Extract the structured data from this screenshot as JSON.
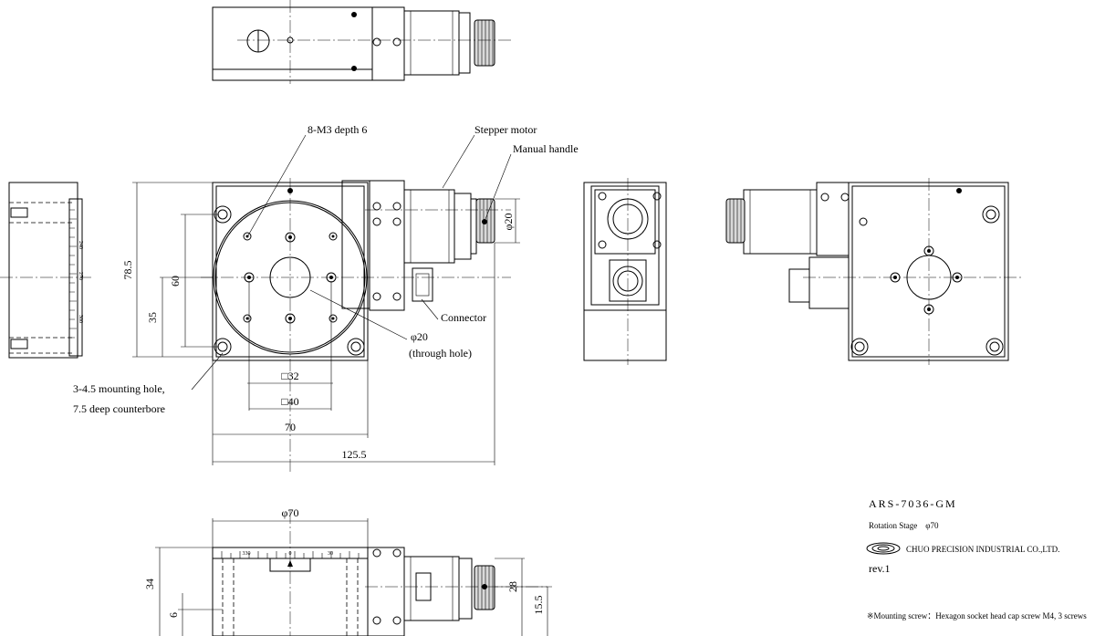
{
  "labels": {
    "holes_m3": "8-M3 depth 6",
    "stepper_motor": "Stepper motor",
    "manual_handle": "Manual handle",
    "connector": "Connector",
    "through_hole_dia": "φ20",
    "through_hole": "(through hole)",
    "mounting_hole_1": "3-4.5 mounting hole,",
    "mounting_hole_2": "7.5 deep counterbore",
    "handle_dia": "φ20"
  },
  "dimensions": {
    "d_78_5": "78.5",
    "d_60": "60",
    "d_35": "35",
    "sq_32": "□32",
    "sq_40": "□40",
    "d_70": "70",
    "d_125_5": "125.5",
    "dia_70": "φ70",
    "d_34": "34",
    "d_6": "6",
    "d_28": "28",
    "d_15_5": "15.5"
  },
  "scale_marks": {
    "left_240": "240",
    "left_270": "270",
    "left_300": "300",
    "front_330": "330",
    "front_0": "0",
    "front_30": "30"
  },
  "title_block": {
    "model": "ARS-7036-GM",
    "name": "Rotation Stage　φ70",
    "company": "CHUO PRECISION INDUSTRIAL CO.,LTD.",
    "revision": "rev.1",
    "note": "※Mounting screw：Hexagon socket head cap screw M4, 3 screws"
  }
}
